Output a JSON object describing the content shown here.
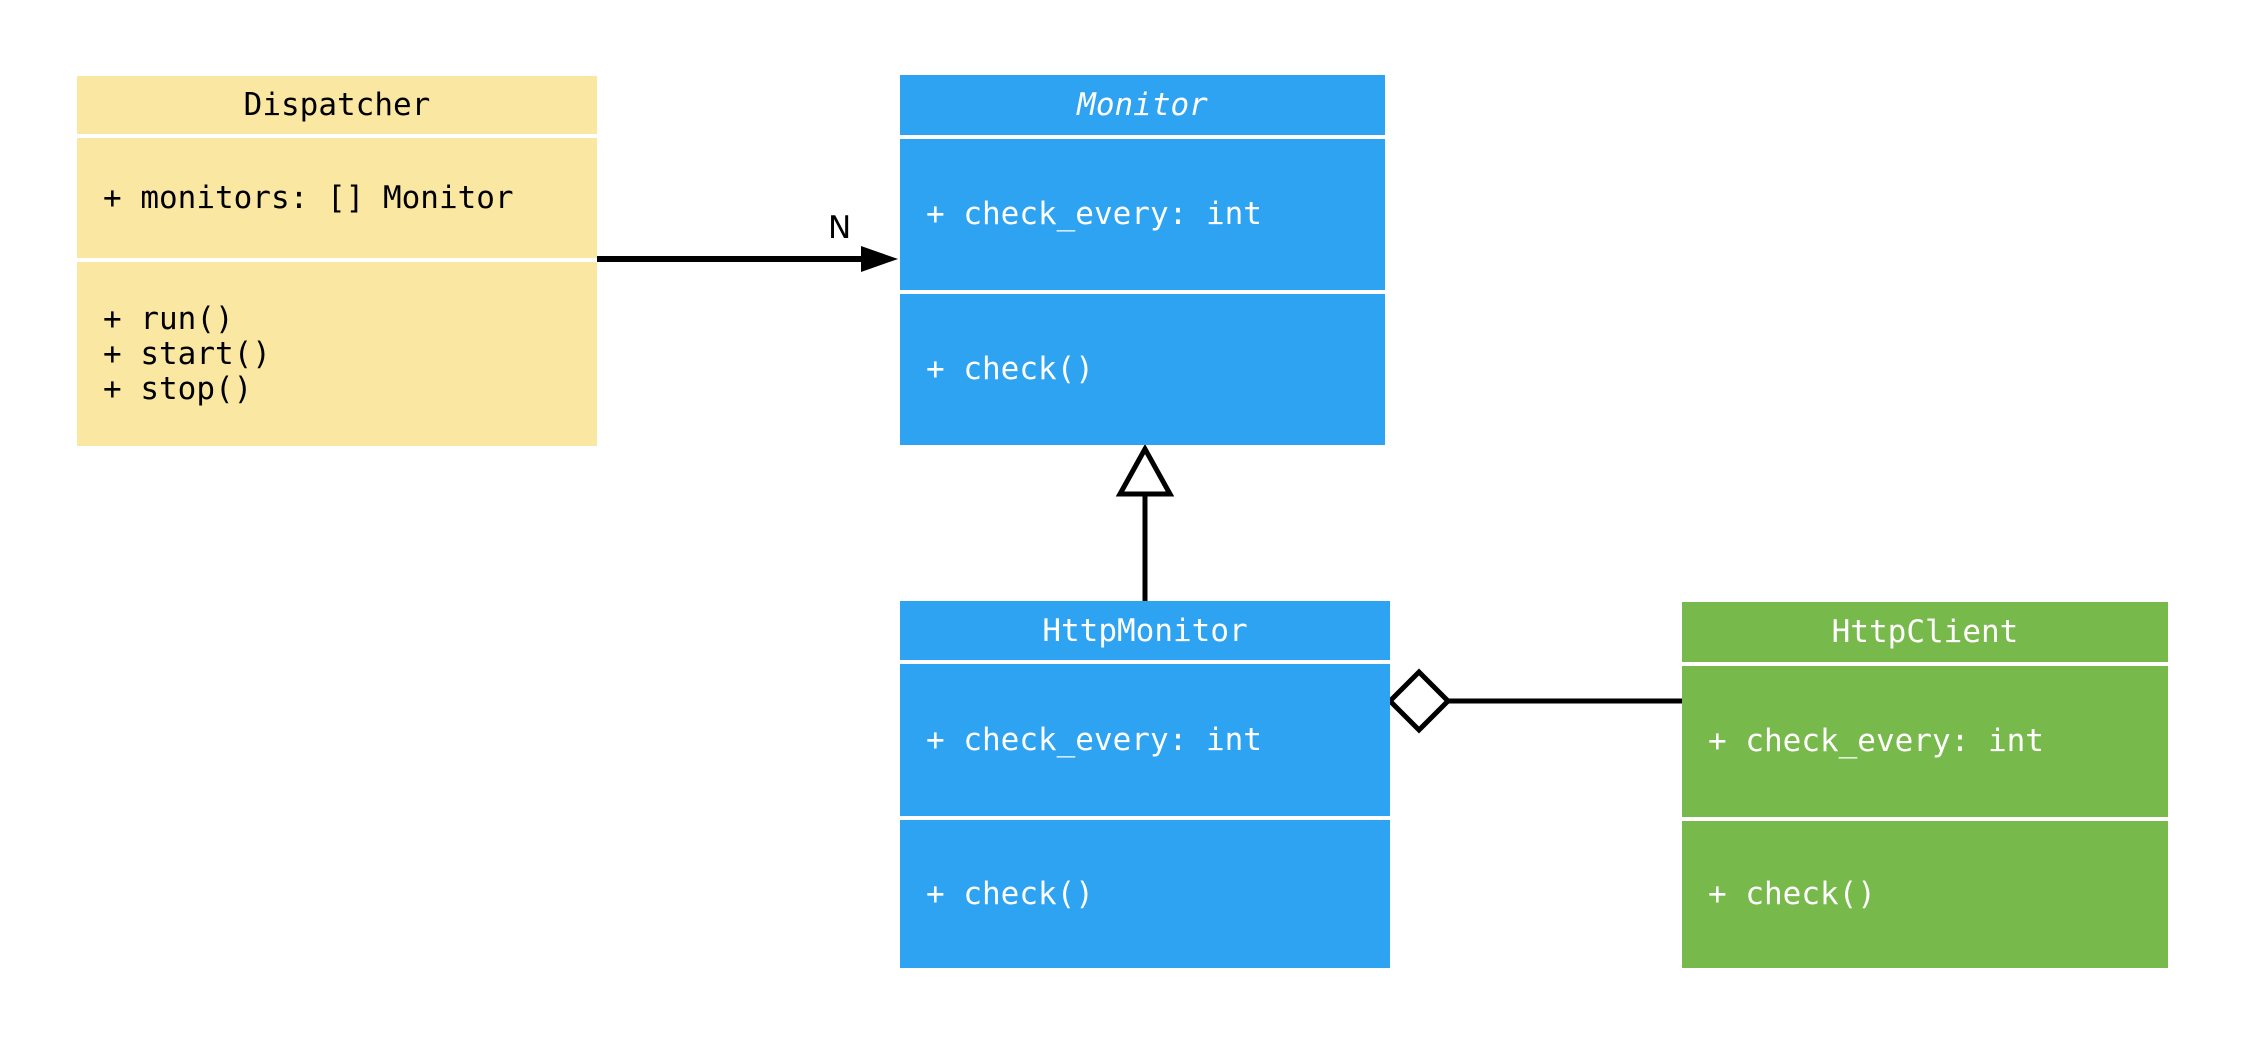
{
  "diagram": {
    "kind": "uml-class-diagram",
    "background": "#ffffff",
    "connector_color": "#000000",
    "classes": {
      "dispatcher": {
        "title": "Dispatcher",
        "abstract": false,
        "fill": "#fae7a2",
        "text_color": "#000000",
        "attributes": [
          "+ monitors: [] Monitor"
        ],
        "methods": [
          "+ run()",
          "+ start()",
          "+ stop()"
        ]
      },
      "monitor": {
        "title": "Monitor",
        "abstract": true,
        "fill": "#2ea3f2",
        "text_color": "#ffffff",
        "attributes": [
          "+ check_every: int"
        ],
        "methods": [
          "+ check()"
        ]
      },
      "http_monitor": {
        "title": "HttpMonitor",
        "abstract": false,
        "fill": "#2ea3f2",
        "text_color": "#ffffff",
        "attributes": [
          "+ check_every: int"
        ],
        "methods": [
          "+ check()"
        ]
      },
      "http_client": {
        "title": "HttpClient",
        "abstract": false,
        "fill": "#78b94c",
        "text_color": "#ffffff",
        "attributes": [
          "+ check_every: int"
        ],
        "methods": [
          "+ check()"
        ]
      }
    },
    "relations": {
      "dispatcher_to_monitor": {
        "type": "association-arrow",
        "multiplicity_label": "N"
      },
      "httpmonitor_to_monitor": {
        "type": "inheritance"
      },
      "httpmonitor_to_httpclient": {
        "type": "aggregation"
      }
    }
  }
}
